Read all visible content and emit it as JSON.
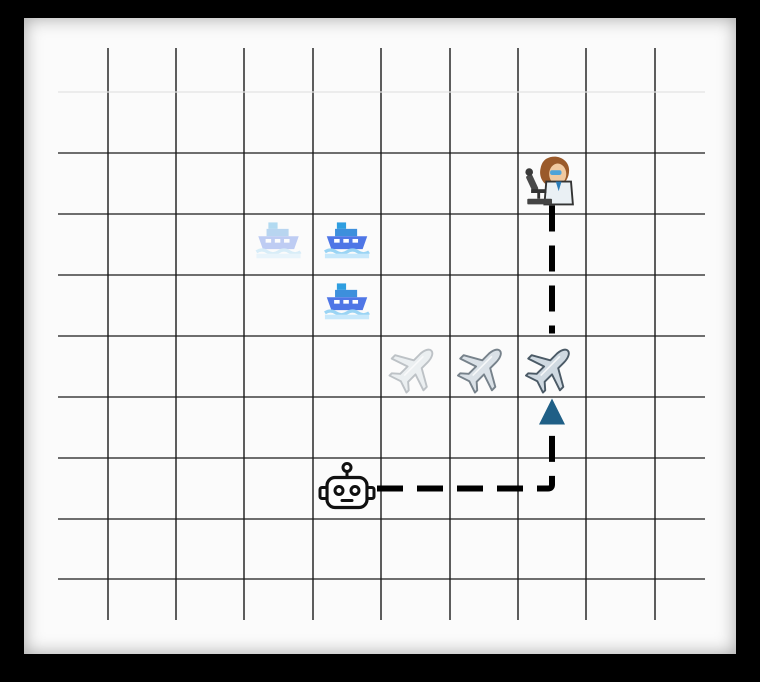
{
  "grid": {
    "columns": 9,
    "rows": 9
  },
  "agent": {
    "icon": "robot-icon",
    "cell": [
      3,
      6
    ]
  },
  "goal": {
    "icon": "scientist-with-microscope-icon",
    "cell": [
      6,
      1
    ]
  },
  "planes": [
    {
      "icon": "airplane-icon",
      "cell": [
        4,
        4
      ],
      "opacity": 0.35
    },
    {
      "icon": "airplane-icon",
      "cell": [
        5,
        4
      ],
      "opacity": 0.75
    },
    {
      "icon": "airplane-icon",
      "cell": [
        6,
        4
      ],
      "opacity": 1.0
    }
  ],
  "ships": [
    {
      "icon": "ship-icon",
      "cell": [
        2,
        2
      ],
      "opacity": 0.35
    },
    {
      "icon": "ship-icon",
      "cell": [
        3,
        2
      ],
      "opacity": 1.0
    },
    {
      "icon": "ship-icon",
      "cell": [
        3,
        3
      ],
      "opacity": 1.0
    }
  ],
  "path": {
    "style": "dashed",
    "color": "#000000",
    "arrow_color": "#1f5f86",
    "route": [
      [
        3,
        6
      ],
      [
        6,
        6
      ],
      [
        6,
        1
      ]
    ]
  }
}
